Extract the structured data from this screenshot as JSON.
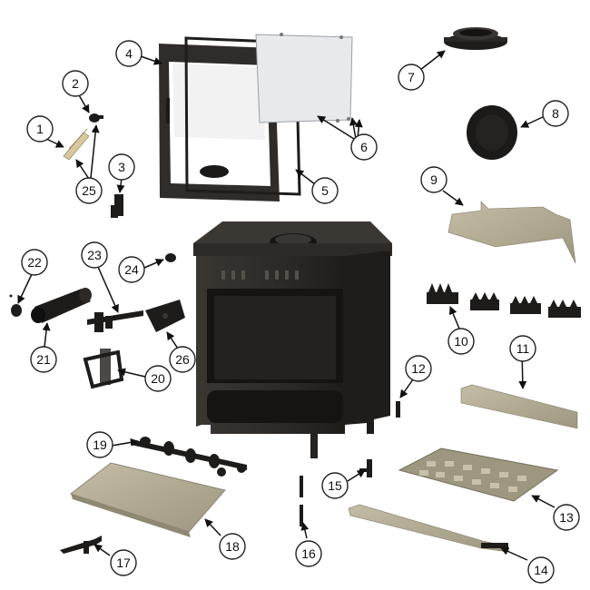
{
  "diagram": {
    "colors": {
      "stove_body": "#2e2b28",
      "stove_dark": "#1b1918",
      "firebrick": "#b5ad95",
      "firebrick_dark": "#8f8873",
      "glass": "#e6e8ea",
      "callout_stroke": "#222222"
    },
    "part_numbers": [
      "1",
      "2",
      "3",
      "4",
      "5",
      "6",
      "7",
      "8",
      "9",
      "10",
      "11",
      "12",
      "13",
      "14",
      "15",
      "16",
      "17",
      "18",
      "19",
      "20",
      "21",
      "22",
      "23",
      "24",
      "25",
      "26"
    ]
  }
}
